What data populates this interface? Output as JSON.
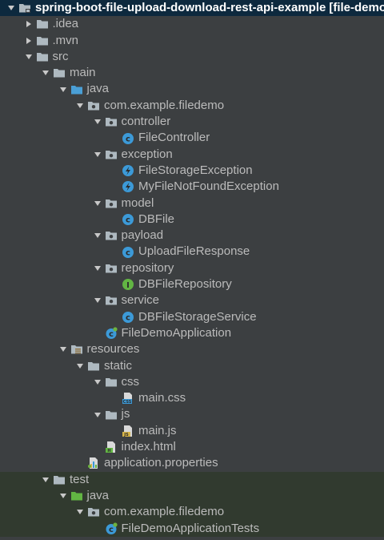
{
  "project": {
    "name": "spring-boot-file-upload-download-rest-api-example",
    "module_tag": "[file-demo]"
  },
  "tree": [
    {
      "label": "spring-boot-file-upload-download-rest-api-example",
      "depth": 0,
      "arrow": "down",
      "icon": "folder-project-icon"
    },
    {
      "label": ".idea",
      "depth": 1,
      "arrow": "right",
      "icon": "folder-icon"
    },
    {
      "label": ".mvn",
      "depth": 1,
      "arrow": "right",
      "icon": "folder-icon"
    },
    {
      "label": "src",
      "depth": 1,
      "arrow": "down",
      "icon": "folder-icon"
    },
    {
      "label": "main",
      "depth": 2,
      "arrow": "down",
      "icon": "folder-icon"
    },
    {
      "label": "java",
      "depth": 3,
      "arrow": "down",
      "icon": "folder-source-icon"
    },
    {
      "label": "com.example.filedemo",
      "depth": 4,
      "arrow": "down",
      "icon": "package-icon"
    },
    {
      "label": "controller",
      "depth": 5,
      "arrow": "down",
      "icon": "package-icon"
    },
    {
      "label": "FileController",
      "depth": 6,
      "arrow": "none",
      "icon": "class-icon"
    },
    {
      "label": "exception",
      "depth": 5,
      "arrow": "down",
      "icon": "package-icon"
    },
    {
      "label": "FileStorageException",
      "depth": 6,
      "arrow": "none",
      "icon": "exception-class-icon"
    },
    {
      "label": "MyFileNotFoundException",
      "depth": 6,
      "arrow": "none",
      "icon": "exception-class-icon"
    },
    {
      "label": "model",
      "depth": 5,
      "arrow": "down",
      "icon": "package-icon"
    },
    {
      "label": "DBFile",
      "depth": 6,
      "arrow": "none",
      "icon": "class-icon"
    },
    {
      "label": "payload",
      "depth": 5,
      "arrow": "down",
      "icon": "package-icon"
    },
    {
      "label": "UploadFileResponse",
      "depth": 6,
      "arrow": "none",
      "icon": "class-icon"
    },
    {
      "label": "repository",
      "depth": 5,
      "arrow": "down",
      "icon": "package-icon"
    },
    {
      "label": "DBFileRepository",
      "depth": 6,
      "arrow": "none",
      "icon": "interface-icon"
    },
    {
      "label": "service",
      "depth": 5,
      "arrow": "down",
      "icon": "package-icon"
    },
    {
      "label": "DBFileStorageService",
      "depth": 6,
      "arrow": "none",
      "icon": "class-icon"
    },
    {
      "label": "FileDemoApplication",
      "depth": 5,
      "arrow": "none",
      "icon": "spring-boot-class-icon"
    },
    {
      "label": "resources",
      "depth": 3,
      "arrow": "down",
      "icon": "folder-resources-icon"
    },
    {
      "label": "static",
      "depth": 4,
      "arrow": "down",
      "icon": "folder-icon"
    },
    {
      "label": "css",
      "depth": 5,
      "arrow": "down",
      "icon": "folder-icon"
    },
    {
      "label": "main.css",
      "depth": 6,
      "arrow": "none",
      "icon": "css-file-icon"
    },
    {
      "label": "js",
      "depth": 5,
      "arrow": "down",
      "icon": "folder-icon"
    },
    {
      "label": "main.js",
      "depth": 6,
      "arrow": "none",
      "icon": "js-file-icon"
    },
    {
      "label": "index.html",
      "depth": 5,
      "arrow": "none",
      "icon": "html-file-icon"
    },
    {
      "label": "application.properties",
      "depth": 4,
      "arrow": "none",
      "icon": "properties-file-icon"
    },
    {
      "label": "test",
      "depth": 2,
      "arrow": "down",
      "icon": "folder-icon"
    },
    {
      "label": "java",
      "depth": 3,
      "arrow": "down",
      "icon": "folder-test-icon"
    },
    {
      "label": "com.example.filedemo",
      "depth": 4,
      "arrow": "down",
      "icon": "package-icon"
    },
    {
      "label": "FileDemoApplicationTests",
      "depth": 5,
      "arrow": "none",
      "icon": "spring-boot-class-icon"
    }
  ],
  "colors": {
    "background": "#3c3f41",
    "selected_row": "#0d293e",
    "test_area": "#313a2f",
    "text": "#bbbbbb",
    "folder": "#aeb9c0",
    "source_folder": "#4a9fd6",
    "test_folder": "#62b543",
    "class": "#3c9ad8",
    "interface": "#62b543"
  }
}
